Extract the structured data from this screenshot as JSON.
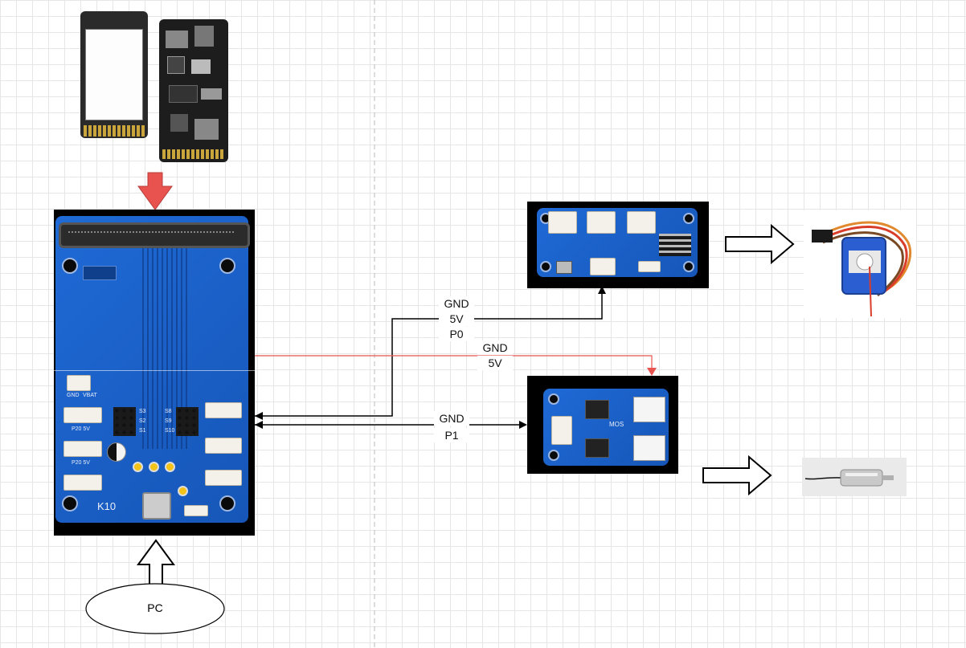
{
  "diagram": {
    "mainboard_label": "K10",
    "pc_label": "PC",
    "link_servo": {
      "line1": "GND",
      "line2": "5V",
      "line3": "P0"
    },
    "link_power": {
      "line1": "GND",
      "line2": "5V"
    },
    "link_motor": {
      "line1": "GND",
      "line2": "P1"
    },
    "colors": {
      "arrow_red": "#e8534f",
      "wire_red": "#e8534f",
      "wire_black": "#000000"
    }
  }
}
